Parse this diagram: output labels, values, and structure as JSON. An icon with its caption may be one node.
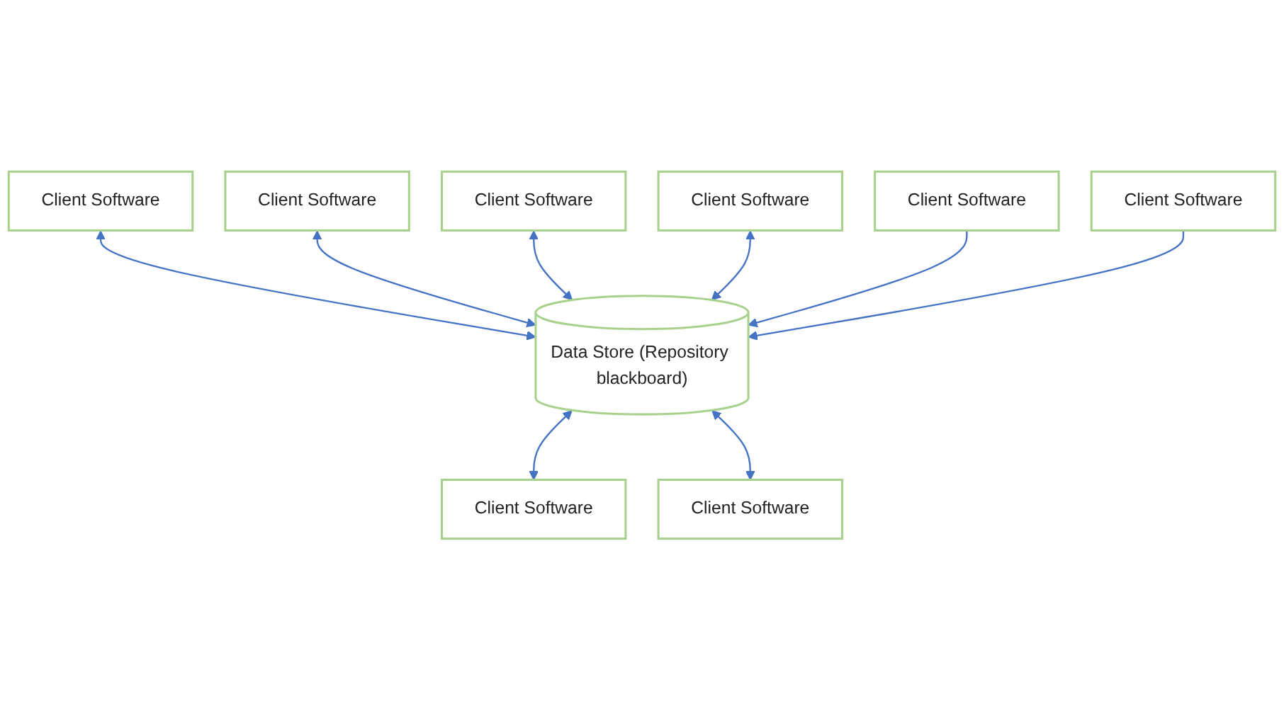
{
  "diagram": {
    "nodes": [
      {
        "text": [
          "Client Software"
        ]
      },
      {
        "text": [
          "Client Software"
        ]
      },
      {
        "text": [
          "Client Software"
        ]
      },
      {
        "text": [
          "Client Software"
        ]
      },
      {
        "text": [
          "Data Store (Repository blackboard)"
        ]
      },
      {
        "text": [
          "Client Software"
        ]
      },
      {
        "text": [
          "Client Software"
        ]
      },
      {
        "text": [
          "Client Software"
        ]
      },
      {
        "text": [
          "Client Software"
        ]
      }
    ],
    "edges": [
      {
        "from": 0,
        "to": 4,
        "arrow": "both"
      },
      {
        "from": 1,
        "to": 4,
        "arrow": "both"
      },
      {
        "from": 2,
        "to": 4,
        "arrow": "both"
      },
      {
        "from": 3,
        "to": 4,
        "arrow": "both"
      },
      {
        "from": 6,
        "to": 4,
        "arrow": "to"
      },
      {
        "from": 7,
        "to": 4,
        "arrow": "to"
      },
      {
        "from": 4,
        "to": 5,
        "arrow": "both"
      },
      {
        "from": 4,
        "to": 8,
        "arrow": "both"
      }
    ]
  }
}
